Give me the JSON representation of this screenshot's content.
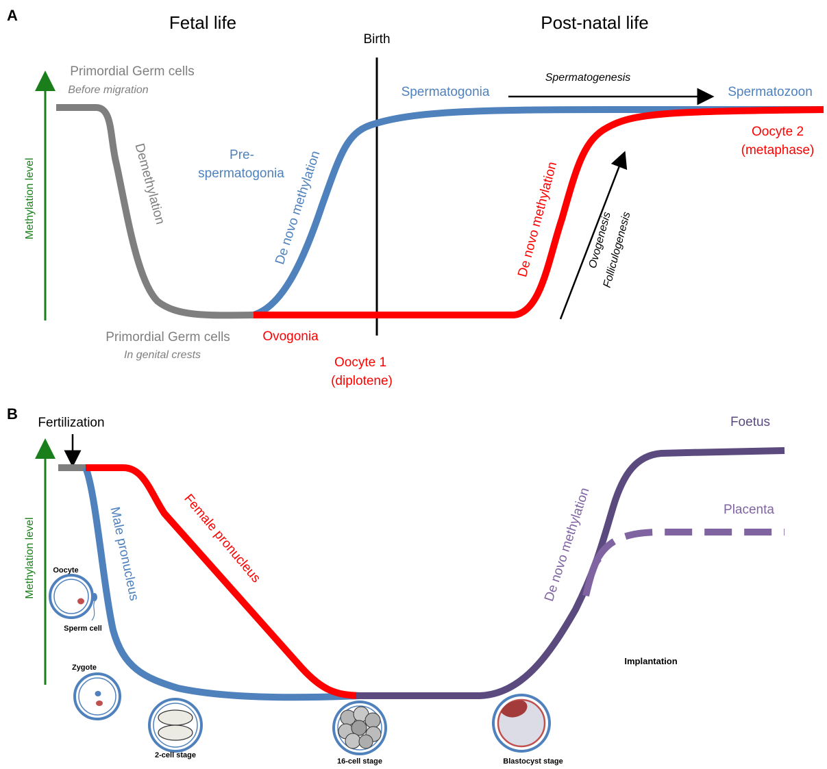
{
  "colors": {
    "gray": "#7f7f7f",
    "blue": "#4f81bd",
    "red": "#ff0000",
    "purple_dark": "#5b4a7e",
    "purple_light": "#8064a2",
    "green": "#1a7f1a",
    "black": "#000000"
  },
  "panel_a": {
    "letter": "A",
    "fetal_life": "Fetal life",
    "postnatal_life": "Post-natal life",
    "birth": "Birth",
    "y_axis": "Methylation level",
    "pgc_top": "Primordial Germ cells",
    "pgc_top_sub": "Before migration",
    "demethylation": "Demethylation",
    "pgc_bottom": "Primordial Germ cells",
    "pgc_bottom_sub": "In genital crests",
    "pre_sperm_1": "Pre-",
    "pre_sperm_2": "spermatogonia",
    "de_novo_blue": "De novo methylation",
    "spermatogonia": "Spermatogonia",
    "spermatogenesis": "Spermatogenesis",
    "spermatozoon": "Spermatozoon",
    "oocyte2_1": "Oocyte 2",
    "oocyte2_2": "(metaphase)",
    "de_novo_red": "De novo methylation",
    "ovogenesis": "Ovogenesis",
    "folliculogenesis": "Folliculogenesis",
    "ovogonia": "Ovogonia",
    "oocyte1_1": "Oocyte 1",
    "oocyte1_2": "(diplotene)"
  },
  "panel_b": {
    "letter": "B",
    "fertilization": "Fertilization",
    "y_axis": "Methylation level",
    "male_pronucleus": "Male pronucleus",
    "female_pronucleus": "Female pronucleus",
    "de_novo": "De novo methylation",
    "foetus": "Foetus",
    "placenta": "Placenta",
    "implantation": "Implantation",
    "oocyte": "Oocyte",
    "sperm_cell": "Sperm cell",
    "zygote": "Zygote",
    "two_cell": "2-cell stage",
    "sixteen_cell": "16-cell stage",
    "blastocyst": "Blastocyst stage"
  }
}
